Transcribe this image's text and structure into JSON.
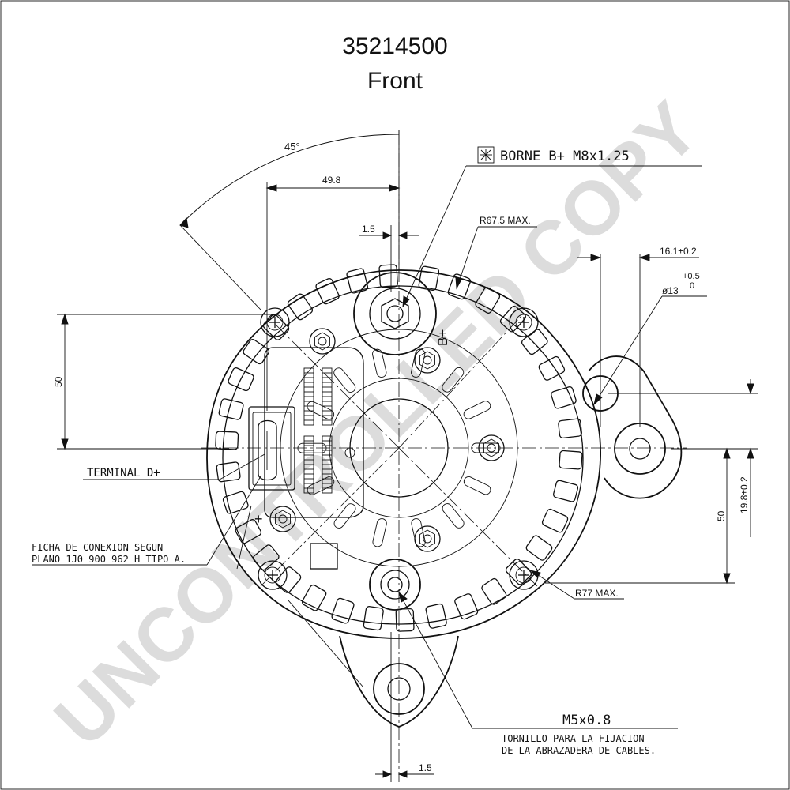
{
  "title": {
    "part_number": "35214500",
    "view": "Front"
  },
  "watermark": "UNCONTROLLED COPY",
  "callouts": {
    "borne": "BORNE B+ M8x1.25",
    "b_plus_mark": "B+",
    "terminal_d": "TERMINAL D+",
    "ficha_line1": "FICHA DE CONEXION SEGUN",
    "ficha_line2": "PLANO 1J0 900 962 H TIPO A.",
    "m5": "M5x0.8",
    "tornillo_line1": "TORNILLO PARA LA FIJACION",
    "tornillo_line2": "DE LA ABRAZADERA DE CABLES.",
    "plus_mark": "+"
  },
  "dimensions": {
    "angle": "45°",
    "width_49_8": "49.8",
    "offset_top": "1.5",
    "offset_bottom": "1.5",
    "radius_67_5": "R67.5 MAX.",
    "radius_77": "R77 MAX.",
    "hole_pos": "16.1±0.2",
    "hole_dia_base": "ø13",
    "hole_dia_tol_up": "+0.5",
    "hole_dia_tol_low": "0",
    "vert_50_left": "50",
    "vert_50_right": "50",
    "vert_19_8": "19.8±0.2"
  },
  "icons": {
    "asterisk_box": "asterisk-box-icon"
  }
}
